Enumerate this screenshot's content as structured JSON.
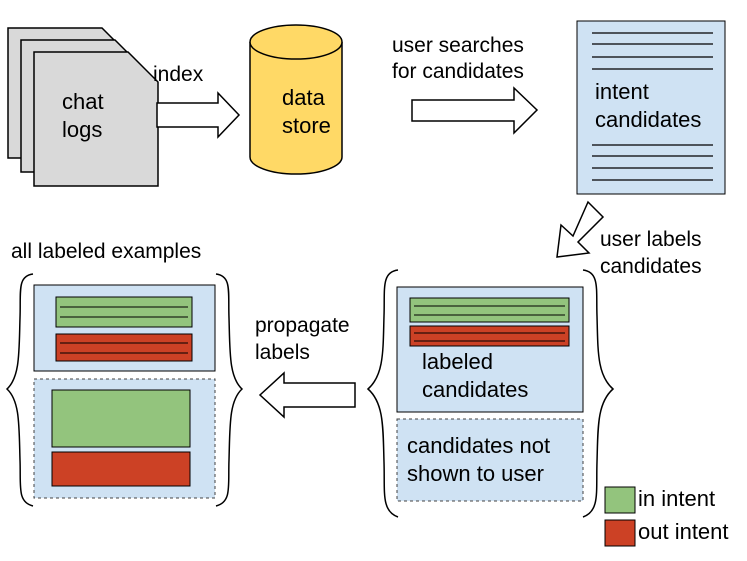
{
  "nodes": {
    "chat_logs": {
      "line1": "chat",
      "line2": "logs"
    },
    "data_store": {
      "line1": "data",
      "line2": "store"
    },
    "intent_candidates": {
      "line1": "intent",
      "line2": "candidates"
    },
    "labeled_candidates": {
      "line1": "labeled",
      "line2": "candidates"
    },
    "not_shown": {
      "line1": "candidates not",
      "line2": "shown to user"
    }
  },
  "edges": {
    "index": {
      "label": "index"
    },
    "user_searches": {
      "line1": "user searches",
      "line2": "for candidates"
    },
    "user_labels": {
      "line1": "user labels",
      "line2": "candidates"
    },
    "propagate": {
      "line1": "propagate",
      "line2": "labels"
    }
  },
  "group_titles": {
    "all_labeled": "all labeled examples"
  },
  "legend": {
    "in_intent": {
      "label": "in intent",
      "color": "#93c47d"
    },
    "out_intent": {
      "label": "out intent",
      "color": "#cc4125"
    }
  },
  "colors": {
    "document": "#d9d9d9",
    "store": "#ffd966",
    "panel": "#cfe2f3",
    "arrow": "#ffffff",
    "stroke": "#000000",
    "dashed_stroke": "#434343"
  }
}
